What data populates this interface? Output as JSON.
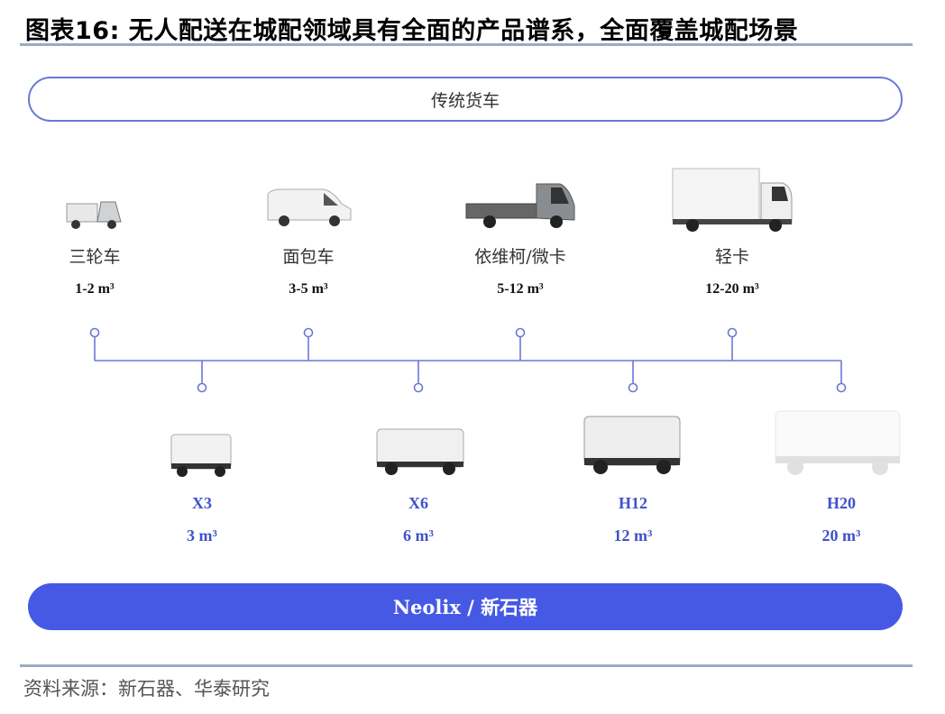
{
  "title": "图表16:   无人配送在城配领域具有全面的产品谱系，全面覆盖城配场景",
  "traditional_label": "传统货车",
  "traditional_vehicles": [
    {
      "name": "三轮车",
      "volume": "1-2 m³",
      "icon": "tricycle-icon"
    },
    {
      "name": "面包车",
      "volume": "3-5 m³",
      "icon": "van-icon"
    },
    {
      "name": "依维柯/微卡",
      "volume": "5-12 m³",
      "icon": "pickup-truck-icon"
    },
    {
      "name": "轻卡",
      "volume": "12-20 m³",
      "icon": "box-truck-icon"
    }
  ],
  "neolix_vehicles": [
    {
      "name": "X3",
      "volume": "3 m³",
      "icon": "robot-vehicle-icon"
    },
    {
      "name": "X6",
      "volume": "6 m³",
      "icon": "robot-vehicle-icon"
    },
    {
      "name": "H12",
      "volume": "12 m³",
      "icon": "robot-vehicle-icon"
    },
    {
      "name": "H20",
      "volume": "20 m³",
      "icon": "robot-vehicle-icon"
    }
  ],
  "neolix_label": "Neolix / 新石器",
  "source": "资料来源：新石器、华泰研究",
  "colors": {
    "accent": "#4659e4",
    "line": "#6a78d8",
    "rule": "#97acc6"
  }
}
